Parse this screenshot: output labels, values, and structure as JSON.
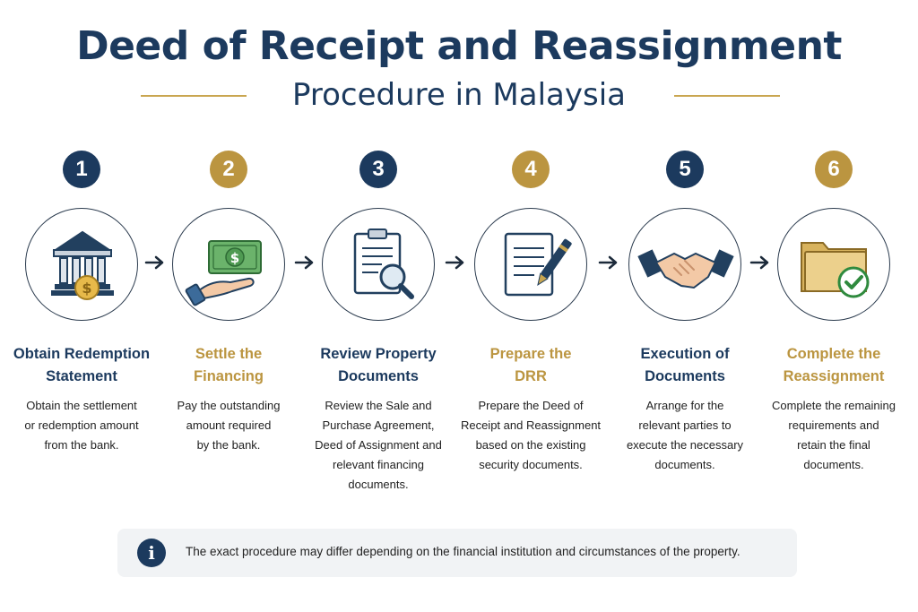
{
  "header": {
    "title_line1": "Deed of Receipt and Reassignment",
    "title_line2": "Procedure in Malaysia"
  },
  "colors": {
    "navy": "#1c3a5e",
    "gold": "#bb9540",
    "money_green": "#5aa05a",
    "folder": "#e3c27a",
    "check": "#3a9a4a"
  },
  "steps": [
    {
      "number": "1",
      "icon": "bank-icon",
      "title_line1": "Obtain Redemption",
      "title_line2": "Statement",
      "desc": [
        "Obtain the settlement",
        "or redemption amount",
        "from the bank."
      ]
    },
    {
      "number": "2",
      "icon": "money-hand-icon",
      "title_line1": "Settle the",
      "title_line2": "Financing",
      "desc": [
        "Pay the outstanding",
        "amount required",
        "by the bank."
      ]
    },
    {
      "number": "3",
      "icon": "clipboard-search-icon",
      "title_line1": "Review Property",
      "title_line2": "Documents",
      "desc": [
        "Review the Sale and",
        "Purchase Agreement,",
        "Deed of Assignment and",
        "relevant financing",
        "documents."
      ]
    },
    {
      "number": "4",
      "icon": "document-pen-icon",
      "title_line1": "Prepare the",
      "title_line2": "DRR",
      "desc": [
        "Prepare the Deed of",
        "Receipt and Reassignment",
        "based on the existing",
        "security documents."
      ]
    },
    {
      "number": "5",
      "icon": "handshake-icon",
      "title_line1": "Execution of",
      "title_line2": "Documents",
      "desc": [
        "Arrange for the",
        "relevant parties to",
        "execute the necessary",
        "documents."
      ]
    },
    {
      "number": "6",
      "icon": "folder-check-icon",
      "title_line1": "Complete the",
      "title_line2": "Reassignment",
      "desc": [
        "Complete the remaining",
        "requirements and",
        "retain the final",
        "documents."
      ]
    }
  ],
  "note": {
    "icon": "info-icon",
    "icon_glyph": "i",
    "text": "The exact procedure may differ depending on the financial institution and circumstances of the property."
  }
}
